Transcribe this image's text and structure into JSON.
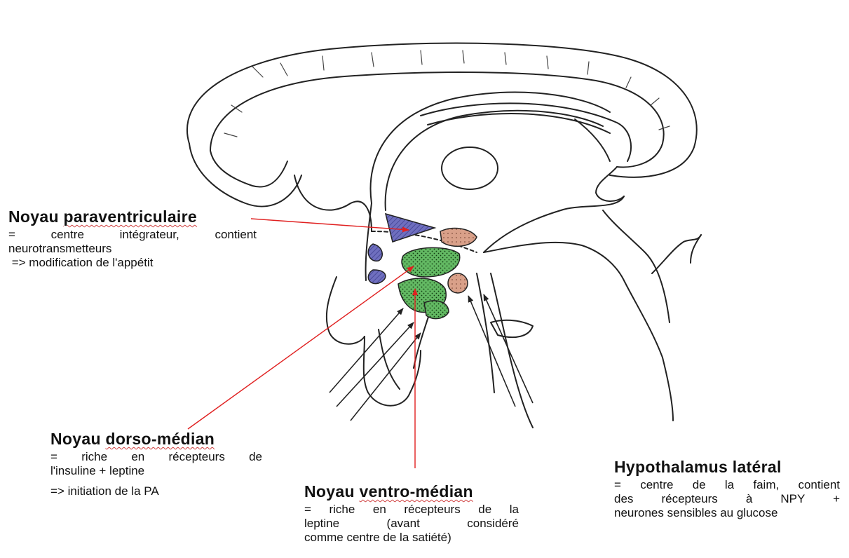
{
  "labels": {
    "paraventriculaire": {
      "title_prefix": "Noyau ",
      "title_term": "paraventriculaire",
      "lines": [
        "= centre intégrateur, contient",
        "neurotransmetteurs",
        " => modification de l'appétit"
      ]
    },
    "dorso_median": {
      "title_prefix": "Noyau ",
      "title_term": "dorso-médian",
      "lines": [
        "= riche en récepteurs de",
        "l'insuline + leptine",
        "=> initiation de la PA"
      ]
    },
    "ventro_median": {
      "title_prefix": "Noyau ",
      "title_term": "ventro-médian",
      "lines": [
        "= riche en récepteurs de la",
        "leptine (avant considéré",
        "comme centre de la satiété)"
      ]
    },
    "lateral": {
      "title": "Hypothalamus latéral",
      "lines": [
        "= centre de la faim, contient",
        "des récepteurs à NPY +",
        "neurones sensibles au glucose"
      ]
    }
  },
  "colors": {
    "paraventricular_nucleus": "#6a6ab8",
    "dorsomedial_nucleus": "#5fb85f",
    "ventromedial_nucleus": "#5fb85f",
    "small_nuclei": "#d9a089",
    "pointer_arrows": "#e02020",
    "line_art": "#222222"
  }
}
